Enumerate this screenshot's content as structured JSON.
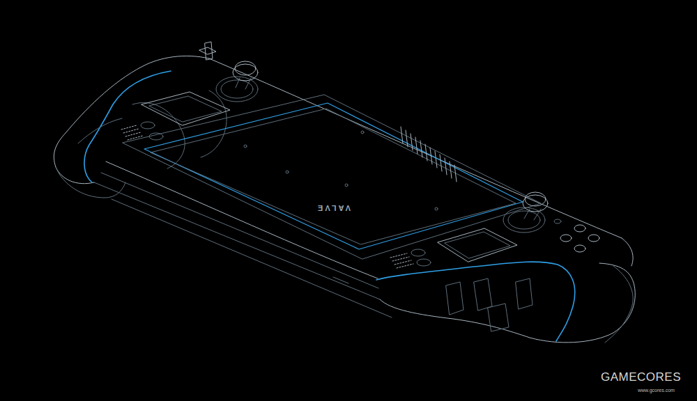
{
  "diagram": {
    "labels": [
      "VALVE",
      "GAMECORES",
      "www.gcores.com"
    ]
  }
}
